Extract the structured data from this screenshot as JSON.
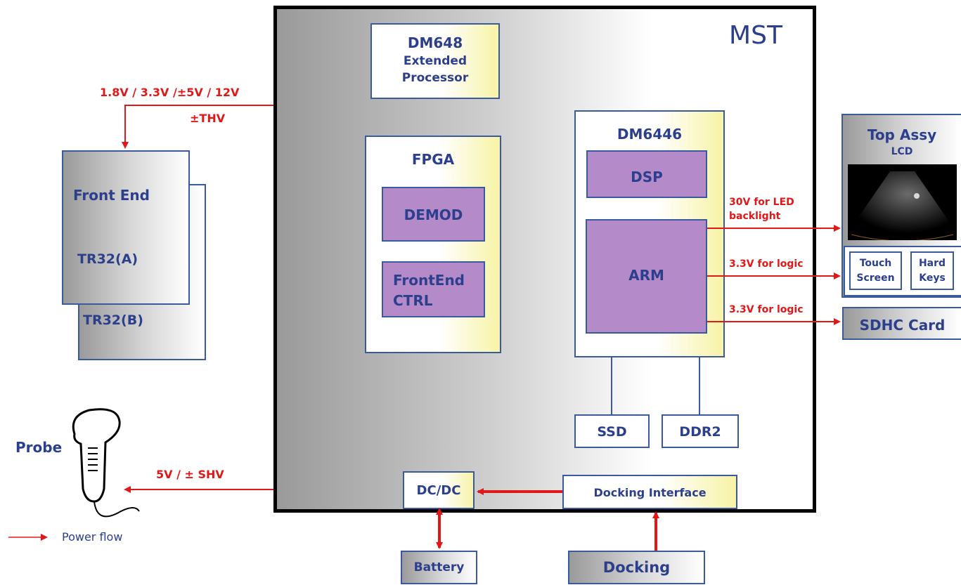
{
  "mst": {
    "title": "MST"
  },
  "dm648": {
    "line1": "DM648",
    "line2": "Extended",
    "line3": "Processor"
  },
  "fpga": {
    "title": "FPGA",
    "demod": "DEMOD",
    "frontend_ctrl_1": "FrontEnd",
    "frontend_ctrl_2": "CTRL"
  },
  "dm6446": {
    "title": "DM6446",
    "dsp": "DSP",
    "arm": "ARM"
  },
  "memory": {
    "ssd": "SSD",
    "ddr2": "DDR2"
  },
  "dcdc": "DC/DC",
  "docking_interface": "Docking Interface",
  "battery": "Battery",
  "docking": "Docking",
  "front_end": {
    "title": "Front End",
    "tr32a": "TR32(A)",
    "tr32b": "TR32(B)"
  },
  "power_labels": {
    "front_end_line1": "1.8V / 3.3V /±5V / 12V",
    "front_end_line2": "±THV",
    "probe": "5V / ± SHV",
    "led_line1": "30V for LED",
    "led_line2": "backlight",
    "logic_touch": "3.3V for logic",
    "logic_sdhc": "3.3V for logic"
  },
  "probe": "Probe",
  "top_assy": {
    "title": "Top Assy",
    "lcd": "LCD",
    "touch_1": "Touch",
    "touch_2": "Screen",
    "hard_1": "Hard",
    "hard_2": "Keys"
  },
  "sdhc": "SDHC Card",
  "legend": {
    "label": "Power flow"
  },
  "colors": {
    "power_arrow": "#e01818",
    "box_border": "#3a5a9c",
    "chip": "#b58ac9",
    "frame": "#000000"
  }
}
